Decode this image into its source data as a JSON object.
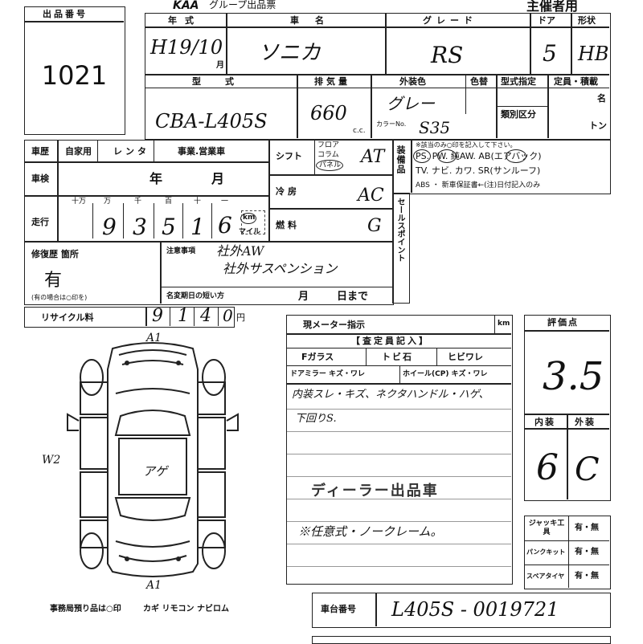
{
  "header": {
    "logo": "KAA",
    "subtitle": "グループ出品票",
    "corner": "主催者用"
  },
  "lot": {
    "label": "出品番号",
    "number": "1021"
  },
  "vehicle": {
    "year_label": "年式",
    "year_value": "H19/10",
    "month_unit": "月",
    "name_label": "車名",
    "name_value": "ソニカ",
    "grade_label": "グレード",
    "grade_value": "RS",
    "door_label": "ドア",
    "door_value": "5",
    "shape_label": "形状",
    "shape_value": "HB",
    "model_label": "型式",
    "model_value": "CBA-L405S",
    "displacement_label": "排気量",
    "displacement_value": "660",
    "displacement_unit": "c.c.",
    "exterior_label": "外装色",
    "exterior_value": "グレー",
    "color_code_label": "カラーNo.",
    "color_code_value": "S35",
    "inner_color_label": "色替",
    "type_label": "型式指定",
    "category_label": "類別区分",
    "capacity_label": "定員・積載",
    "capacity_unit_people": "名",
    "capacity_unit_ton": "トン"
  },
  "history": {
    "label": "車歴",
    "options": [
      "自家用",
      "レンタ",
      "事業.営業車"
    ],
    "inspection_label": "車検",
    "year_unit": "年",
    "month_unit": "月",
    "mileage_label": "走行",
    "mileage_places": [
      "十万",
      "万",
      "千",
      "百",
      "十",
      "一"
    ],
    "mileage_digits": [
      "",
      "9",
      "3",
      "5",
      "1",
      "6"
    ],
    "km_label": "km",
    "mile_label": "マイル"
  },
  "drive": {
    "shift_label": "シフト",
    "shift_options": [
      "フロア",
      "コラム",
      "パネル"
    ],
    "shift_value": "AT",
    "ac_label": "冷房",
    "ac_value": "AC",
    "fuel_label": "燃料",
    "fuel_value": "G"
  },
  "equipment": {
    "label": "装備品",
    "note": "※該当のみ○印を記入して下さい。",
    "line1": "PS. PW. 純AW. AB(エアバック)",
    "line2": "TV. ナビ. カワ. SR(サンルーフ)",
    "line3": "ABS ・ 新車保証書←(注)日付記入のみ"
  },
  "repair": {
    "label": "修復歴 箇所",
    "value": "有",
    "note": "(有の場合は○印を)",
    "notes_label": "注意事項",
    "notes_line1": "社外AW",
    "notes_line2": "社外サスペンション",
    "short_label": "名変期日の短い方",
    "short_month": "月",
    "short_day": "日まで"
  },
  "selling_points_label": "セールスポイント",
  "recycle": {
    "label": "リサイクル料",
    "digits": [
      "9",
      "1",
      "4",
      "0"
    ],
    "unit": "円"
  },
  "meter": {
    "label": "現メーター指示",
    "unit": "km"
  },
  "inspector": {
    "label": "【査定員記入】",
    "row1": [
      "Fガラス",
      "トビ石",
      "ヒビワレ"
    ],
    "row2": [
      "ドアミラー キズ・ワレ",
      "ホイール(CP) キズ・ワレ"
    ],
    "note1": "内装スレ・キズ、ネクタハンドル・ハゲ、",
    "note2": "下回りS.",
    "stamp": "ディーラー出品車",
    "note3": "※任意式・ノークレーム。"
  },
  "evaluation": {
    "label": "評価点",
    "score": "3.5",
    "interior_label": "内装",
    "exterior_label": "外装",
    "interior_value": "6",
    "exterior_value": "C"
  },
  "accessories": {
    "rows": [
      {
        "label": "ジャッキ工具",
        "value": "有・無"
      },
      {
        "label": "パンクキット",
        "value": "有・無"
      },
      {
        "label": "スペアタイヤ",
        "value": "有・無"
      }
    ]
  },
  "diagram": {
    "top_mark": "A1",
    "left_mark": "W2",
    "center_mark": "アゲ",
    "bottom_mark": "A1"
  },
  "footer": {
    "items_note": "事務局預り品は○印",
    "items": "カギ リモコン ナビロム",
    "chassis_label": "車台番号",
    "chassis_value": "L405S - 0019721"
  }
}
